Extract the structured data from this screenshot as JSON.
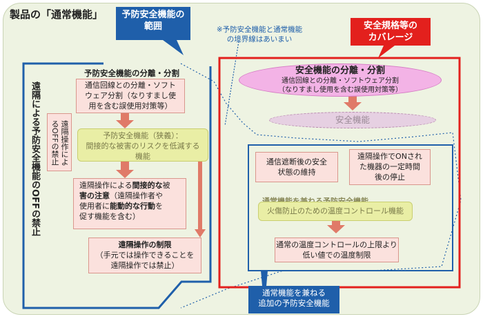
{
  "title": "製品の「通常機能」",
  "callout_prevent": {
    "line1": "予防安全機能の",
    "line2": "範囲"
  },
  "note": {
    "line1": "※予防安全機能と通常機能",
    "line2": "の境界線はあいまい"
  },
  "callout_standard": {
    "line1": "安全規格等の",
    "line2": "カバレージ"
  },
  "left_vertical": "遠隔による予防安全機能のOFFの禁止",
  "remote_off_box": "遠隔操作によるOFFの禁止",
  "left_section_heading": "予防安全機能の分離・分割",
  "box_separation": {
    "line1": "通信回線との分離・ソフト",
    "line2": "ウェア分割（なりすまし使",
    "line3": "用を含む誤使用対策等）"
  },
  "box_narrow": {
    "line1": "予防安全機能（狭義）：",
    "line2": "間接的な被害のリスクを低減する",
    "line3": "機能"
  },
  "box_attention": {
    "line1a": "遠隔操作による",
    "line1b": "間接的な",
    "line1c": "被",
    "line2a": "害の注意",
    "line2b": "（遠隔操作者や",
    "line3a": "使用者に",
    "line3b": "能動的な行動",
    "line3c": "を",
    "line4": "促す機能を含む）"
  },
  "box_limit": {
    "line1": "遠隔操作の制限",
    "line2": "（手元では操作できることを",
    "line3": "遠隔操作では禁止）"
  },
  "right_ellipse": {
    "heading": "安全機能の分離・分割",
    "line1": "通信回線との分離・ソフトウェア分割",
    "line2": "（なりすまし使用を含む誤使用対策等）"
  },
  "safety_function": "安全機能",
  "box_cutoff": {
    "line1": "通信遮断後の安全",
    "line2": "状態の維持"
  },
  "box_remote_on": {
    "line1": "遠隔操作でONされ",
    "line2": "た機器の一定時間",
    "line3": "後の停止"
  },
  "combined_label": "通常機能を兼ねる予防安全機能",
  "box_fire": "火傷防止のための温度コントロール機能",
  "box_temp": {
    "line1": "通常の温度コントロールの上限より",
    "line2": "低い値での温度制限"
  },
  "callout_bottom": {
    "line1": "通常機能を兼ねる",
    "line2": "追加の予防安全機能"
  },
  "colors": {
    "blue": "#1f5faa",
    "red": "#e3201d",
    "pink": "#fbe1dd",
    "yellow": "#e9eea5",
    "arrow": "#e07a68"
  }
}
